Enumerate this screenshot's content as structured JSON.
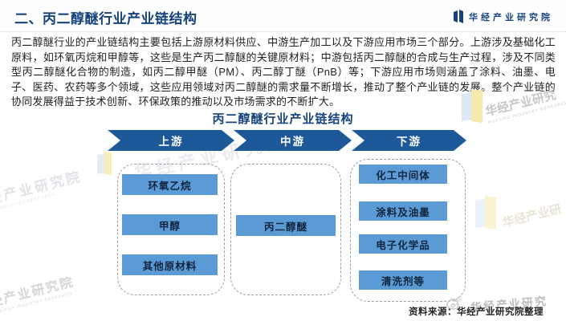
{
  "header": {
    "title": "二、丙二醇醚行业产业链结构",
    "brand": "华经产业研究院"
  },
  "paragraph": "丙二醇醚行业的产业链结构主要包括上游原材料供应、中游生产加工以及下游应用市场三个部分。上游涉及基础化工原料，如环氧丙烷和甲醇等，这些是生产丙二醇醚的关键原材料；中游包括丙二醇醚的合成与生产过程，涉及不同类型丙二醇醚化合物的制造，如丙二醇甲醚（PM）、丙二醇丁醚（PnB）等；下游应用市场则涵盖了涂料、油墨、电子、医药、农药等多个领域，这些应用领域对丙二醇醚的需求量不断增长，推动了整个产业链的发展。整个产业链的协同发展得益于技术创新、环保政策的推动以及市场需求的不断扩大。",
  "diagram": {
    "title": "丙二醇醚行业产业链结构",
    "stages": [
      {
        "label": "上游",
        "items": [
          "环氧乙烷",
          "甲醇",
          "其他原材料"
        ]
      },
      {
        "label": "中游",
        "items": [
          "丙二醇醚"
        ]
      },
      {
        "label": "下游",
        "items": [
          "化工中间体",
          "涂料及油墨",
          "电子化学品",
          "清洗剂等"
        ]
      }
    ],
    "colors": {
      "accent_dark_blue": "#16437d",
      "arrow_blue": "#1d5899",
      "item_box_blue": "#5b9bd5"
    }
  },
  "footer": {
    "source": "资料来源：华经产业研究院整理"
  },
  "watermarks": {
    "full": "华经产业研究院",
    "top_right": "华经产业研究",
    "left_mid": "华经产业研究院",
    "bottom_left": "经产业研究院",
    "right_mid": "华经产业研",
    "bottom_right": "华经产业研究",
    "subtext": "HUAJING INDUSTRY RESEARCH"
  }
}
